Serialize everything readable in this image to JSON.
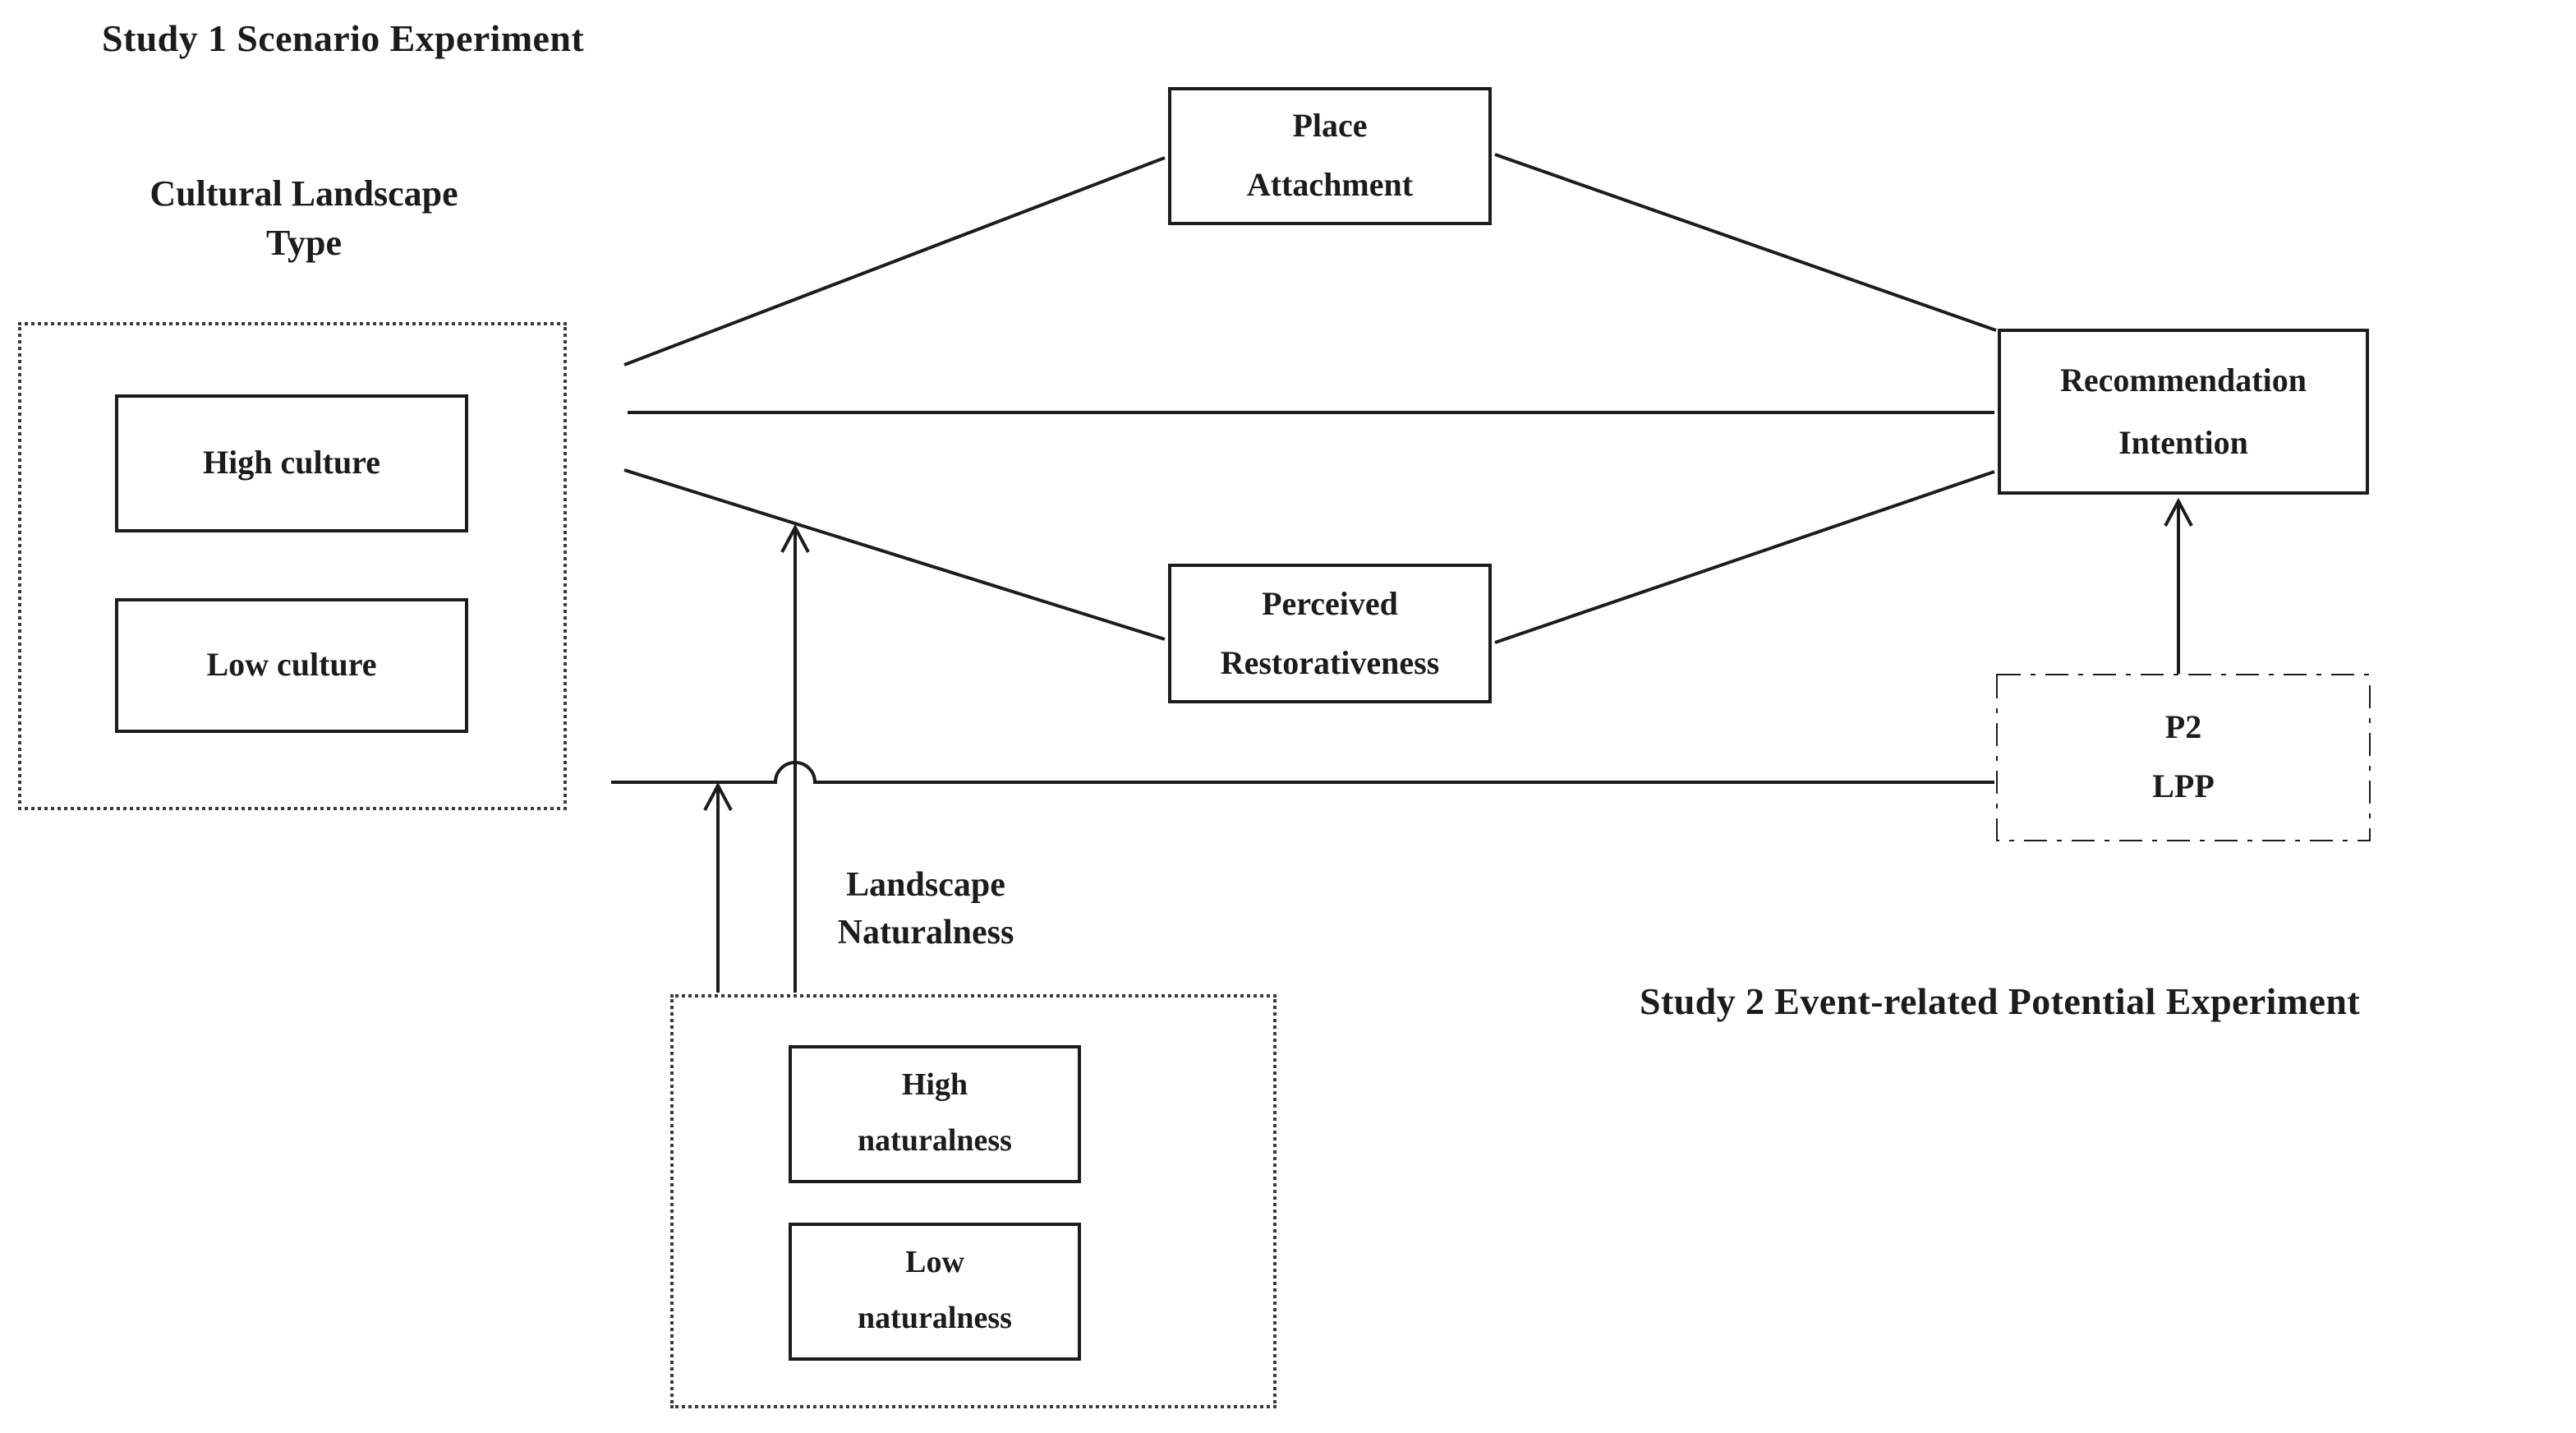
{
  "titles": {
    "study1": "Study 1 Scenario Experiment",
    "study2": "Study 2 Event-related Potential Experiment"
  },
  "cultural_group": {
    "label": [
      "Cultural Landscape",
      "Type"
    ],
    "items": [
      "High culture",
      "Low culture"
    ]
  },
  "naturalness_group": {
    "label": [
      "Landscape",
      "Naturalness"
    ],
    "items": [
      [
        "High",
        "naturalness"
      ],
      [
        "Low",
        "naturalness"
      ]
    ]
  },
  "nodes": {
    "place_attachment": [
      "Place",
      "Attachment"
    ],
    "recommendation_intention": [
      "Recommendation",
      "Intention"
    ],
    "perceived_restorativeness": [
      "Perceived",
      "Restorativeness"
    ],
    "p2_lpp": [
      "P2",
      "LPP"
    ]
  },
  "colors": {
    "ink": "#1c1c1c",
    "background": "#ffffff"
  }
}
